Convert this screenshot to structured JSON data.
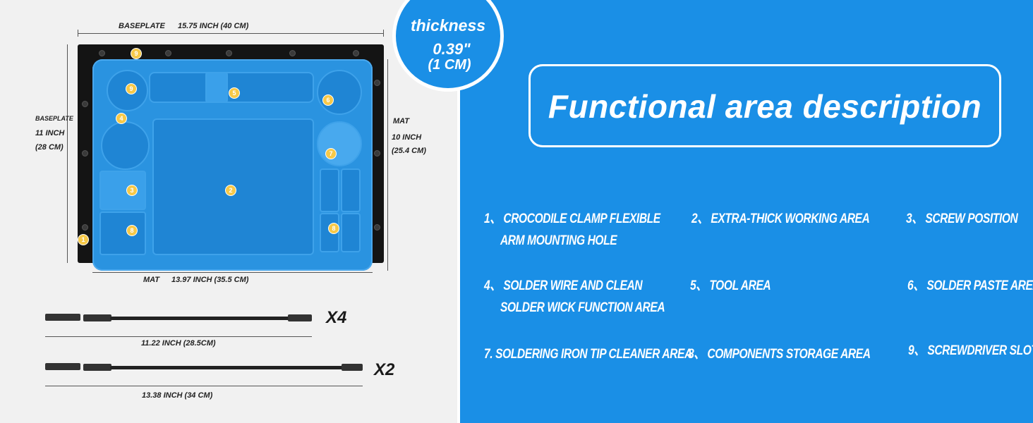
{
  "dimensions": {
    "baseplate_width_label": "BASEPLATE",
    "baseplate_width_value": "15.75 INCH (40 CM)",
    "baseplate_height_label": "BASEPLATE",
    "baseplate_height_line1": "11 INCH",
    "baseplate_height_line2": "(28 CM)",
    "mat_height_label": "MAT",
    "mat_height_line1": "10 INCH",
    "mat_height_line2": "(25.4 CM)",
    "mat_width_label": "MAT",
    "mat_width_value": "13.97 INCH (35.5 CM)"
  },
  "arms": [
    {
      "length": "11.22 INCH (28.5CM)",
      "count": "X4"
    },
    {
      "length": "13.38 INCH (34 CM)",
      "count": "X2"
    }
  ],
  "thickness": {
    "label": "thickness",
    "value": "0.39\"",
    "metric": "(1 CM)"
  },
  "title": "Functional area description",
  "badges": [
    "1",
    "2",
    "3",
    "4",
    "5",
    "6",
    "7",
    "8",
    "8",
    "9",
    "9"
  ],
  "areas": [
    {
      "num": "1、",
      "line1": "CROCODILE CLAMP FLEXIBLE",
      "line2": "ARM MOUNTING HOLE"
    },
    {
      "num": "2、",
      "line1": "EXTRA-THICK WORKING AREA"
    },
    {
      "num": "3、",
      "line1": "SCREW POSITION"
    },
    {
      "num": "4、",
      "line1": "SOLDER WIRE AND CLEAN",
      "line2": "SOLDER WICK FUNCTION AREA"
    },
    {
      "num": "5、",
      "line1": "TOOL AREA"
    },
    {
      "num": "6、",
      "line1": "SOLDER PASTE AREA"
    },
    {
      "full": "7. SOLDERING IRON TIP CLEANER AREA"
    },
    {
      "num": "8、",
      "line1": "COMPONENTS STORAGE AREA"
    },
    {
      "num": "9、",
      "line1": "SCREWDRIVER SLOT"
    }
  ],
  "colors": {
    "accent": "#1a8fe6",
    "mat": "#2a93e0",
    "badge": "#f7c948",
    "baseplate": "#141414"
  }
}
